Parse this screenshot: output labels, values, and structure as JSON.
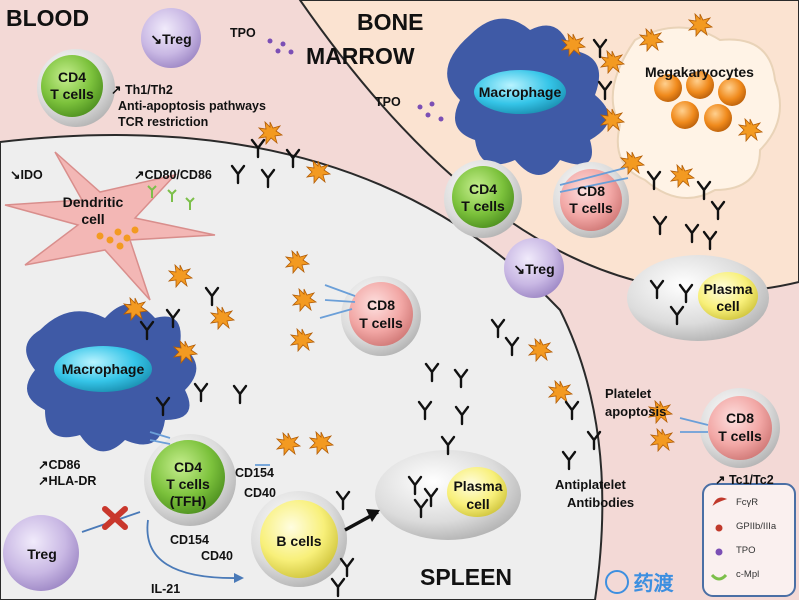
{
  "regions": {
    "blood": "BLOOD",
    "bone_marrow": [
      "BONE",
      "MARROW"
    ],
    "spleen": "SPLEEN"
  },
  "blood": {
    "treg": "↘Treg",
    "tpo": "TPO",
    "cd4": [
      "CD4",
      "T cells"
    ],
    "notes": [
      "↗ Th1/Th2",
      "Anti-apoptosis pathways",
      "TCR restriction"
    ]
  },
  "marrow": {
    "macrophage": "Macrophage",
    "megakaryocytes": "Megakaryocytes",
    "tpo": "TPO",
    "cd4": [
      "CD4",
      "T cells"
    ],
    "cd8": [
      "CD8",
      "T cells"
    ],
    "treg": "↘Treg",
    "plasma": [
      "Plasma",
      "cell"
    ]
  },
  "spleen": {
    "ido": "↘IDO",
    "cd80": "↗CD80/CD86",
    "dendritic": [
      "Dendritic",
      "cell"
    ],
    "cd8": [
      "CD8",
      "T cells"
    ],
    "macrophage": "Macrophage",
    "cd86": "↗CD86",
    "hla": "↗HLA-DR",
    "cd4_tfh": [
      "CD4",
      "T cells",
      "(TFH)"
    ],
    "cd154_a": "CD154",
    "cd40_a": "CD40",
    "cd154_b": "CD154",
    "cd40_b": "CD40",
    "bcells": "B cells",
    "plasma": [
      "Plasma",
      "cell"
    ],
    "treg": "Treg",
    "il21": "IL-21"
  },
  "right": {
    "platelet": [
      "Platelet",
      "apoptosis"
    ],
    "cd8": [
      "CD8",
      "T cells"
    ],
    "tc": "↗ Tc1/Tc2",
    "antiplatelet": [
      "Antiplatelet",
      "Antibodies"
    ]
  },
  "legend": {
    "items": [
      "FcγR",
      "GPIIb/IIIa",
      "TPO",
      "c-Mpl"
    ]
  },
  "watermark": "药渡",
  "colors": {
    "blood_bg": "#f3d9d6",
    "marrow_bg": "#fbe3d1",
    "spleen_bg": "#eeeeee",
    "macrophage": "#3f5aa6",
    "cd4": "#7cc23c",
    "cd8": "#f2a7a5",
    "treg": "#c9b8e4",
    "plasma": "#f8f07a",
    "platelet": "#f39a21",
    "megakaryocyte": "#f08a1c",
    "legend_border": "#4a6fa5"
  }
}
